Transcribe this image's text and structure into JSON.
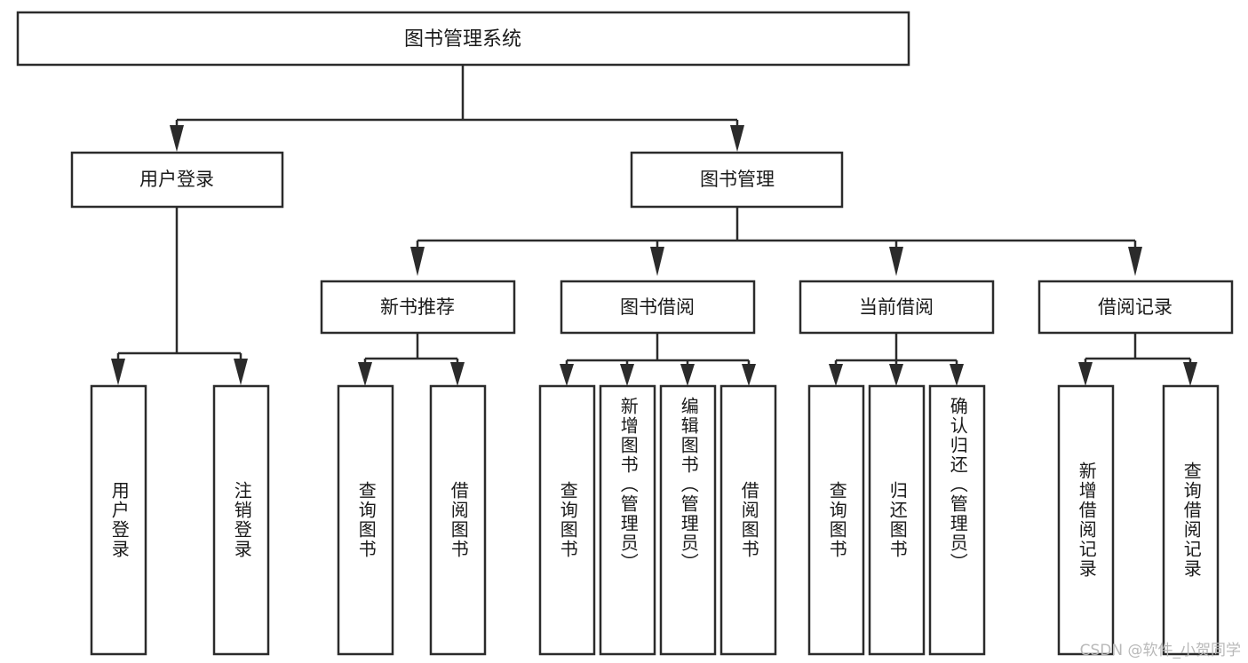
{
  "diagram": {
    "type": "tree-hierarchy-chart",
    "title_node": "图书管理系统",
    "stroke_color": "#2b2b2b",
    "fill_color": "#ffffff",
    "background": "#ffffff",
    "levels": {
      "level1": [
        "图书管理系统"
      ],
      "level2": [
        "用户登录",
        "图书管理"
      ],
      "level3": [
        "新书推荐",
        "图书借阅",
        "当前借阅",
        "借阅记录"
      ],
      "level4": [
        "用户登录",
        "注销登录",
        "查询图书",
        "借阅图书",
        "查询图书",
        "新增图书（管理员）",
        "编辑图书（管理员）",
        "借阅图书",
        "查询图书",
        "归还图书",
        "确认归还（管理员）",
        "新增借阅记录",
        "查询借阅记录"
      ]
    },
    "root": {
      "label": "图书管理系统",
      "children": [
        {
          "label": "用户登录",
          "children": [
            {
              "label": "用户登录"
            },
            {
              "label": "注销登录"
            }
          ]
        },
        {
          "label": "图书管理",
          "children": [
            {
              "label": "新书推荐",
              "children": [
                {
                  "label": "查询图书"
                },
                {
                  "label": "借阅图书"
                }
              ]
            },
            {
              "label": "图书借阅",
              "children": [
                {
                  "label": "查询图书"
                },
                {
                  "label": "新增图书（管理员）"
                },
                {
                  "label": "编辑图书（管理员）"
                },
                {
                  "label": "借阅图书"
                }
              ]
            },
            {
              "label": "当前借阅",
              "children": [
                {
                  "label": "查询图书"
                },
                {
                  "label": "归还图书"
                },
                {
                  "label": "确认归还（管理员）"
                }
              ]
            },
            {
              "label": "借阅记录",
              "children": [
                {
                  "label": "新增借阅记录"
                },
                {
                  "label": "查询借阅记录"
                }
              ]
            }
          ]
        }
      ]
    }
  },
  "nodes": {
    "root": "图书管理系统",
    "n_user_login": "用户登录",
    "n_book_mgmt": "图书管理",
    "n_new_rec": "新书推荐",
    "n_book_borrow": "图书借阅",
    "n_current_borrow": "当前借阅",
    "n_borrow_record": "借阅记录",
    "leaf_user_login": "用户登录",
    "leaf_logout": "注销登录",
    "leaf_nr_query": "查询图书",
    "leaf_nr_borrow": "借阅图书",
    "leaf_bb_query": "查询图书",
    "leaf_bb_add": "新增图书（管理员）",
    "leaf_bb_edit": "编辑图书（管理员）",
    "leaf_bb_borrow": "借阅图书",
    "leaf_cb_query": "查询图书",
    "leaf_cb_return": "归还图书",
    "leaf_cb_confirm": "确认归还（管理员）",
    "leaf_br_add": "新增借阅记录",
    "leaf_br_query": "查询借阅记录"
  },
  "watermark": {
    "text": "CSDN @软件_小贺同学"
  }
}
